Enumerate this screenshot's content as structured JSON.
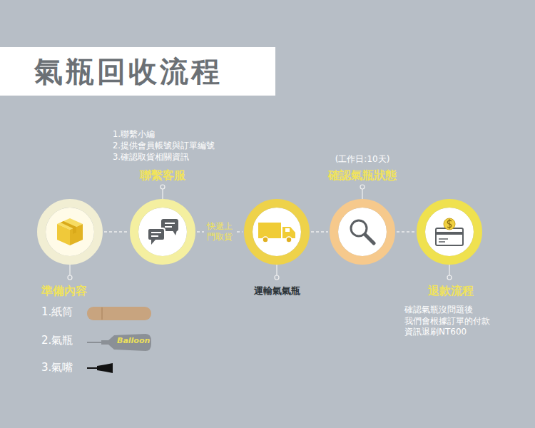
{
  "diagram": {
    "title": "氣瓶回收流程",
    "nodes": [
      {
        "text": [
          "準備內容"
        ]
      },
      {
        "text": [
          "1.聯繫小編",
          "2.提供會員帳號與訂單編號",
          "3.確認取貨相關資訊",
          "聯繫客服"
        ]
      },
      {
        "text": [
          "運輸氣氣瓶"
        ]
      },
      {
        "text": [
          "(工作日:10天)",
          "確認氣瓶狀態"
        ]
      },
      {
        "text": [
          "退款流程",
          "確認氣瓶沒問題後 我們會根據訂單的付款 資訊退刷NT600"
        ]
      }
    ],
    "edges": [
      {
        "from": 0,
        "to": 1,
        "arrow": "none"
      },
      {
        "from": 1,
        "to": 2,
        "arrow": "none",
        "label": "快遞上 門取貨"
      },
      {
        "from": 2,
        "to": 3,
        "arrow": "none"
      },
      {
        "from": 3,
        "to": 4,
        "arrow": "none"
      }
    ],
    "labels": [
      "1.紙筒",
      "2.氣瓶",
      "Balloon",
      "3.氣嘴"
    ]
  }
}
